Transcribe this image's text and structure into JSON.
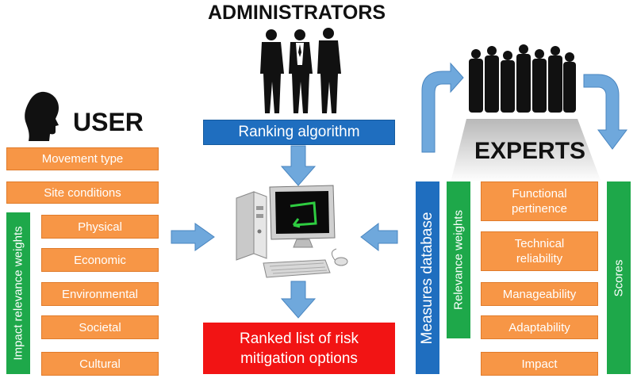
{
  "administrators": {
    "title": "ADMINISTRATORS",
    "algorithm_label": "Ranking algorithm"
  },
  "user": {
    "title": "USER",
    "boxes": [
      "Movement type",
      "Site conditions"
    ],
    "weights_label": "Impact relevance weights",
    "impacts": [
      "Physical",
      "Economic",
      "Environmental",
      "Societal",
      "Cultural"
    ]
  },
  "experts": {
    "title": "EXPERTS",
    "database_label": "Measures database",
    "relevance_label": "Relevance weights",
    "scores_label": "Scores",
    "criteria": [
      "Functional pertinence",
      "Technical reliability",
      "Manageability",
      "Adaptability",
      "Impact"
    ]
  },
  "output": {
    "label": "Ranked list of risk mitigation options"
  },
  "colors": {
    "orange": "#f79646",
    "blue": "#1f6ebf",
    "green": "#1ea84a",
    "red": "#f21414",
    "arrow": "#6fa8dc"
  },
  "icons": [
    "user-silhouette-icon",
    "administrators-silhouette-icon",
    "experts-silhouette-icon",
    "computer-icon"
  ]
}
